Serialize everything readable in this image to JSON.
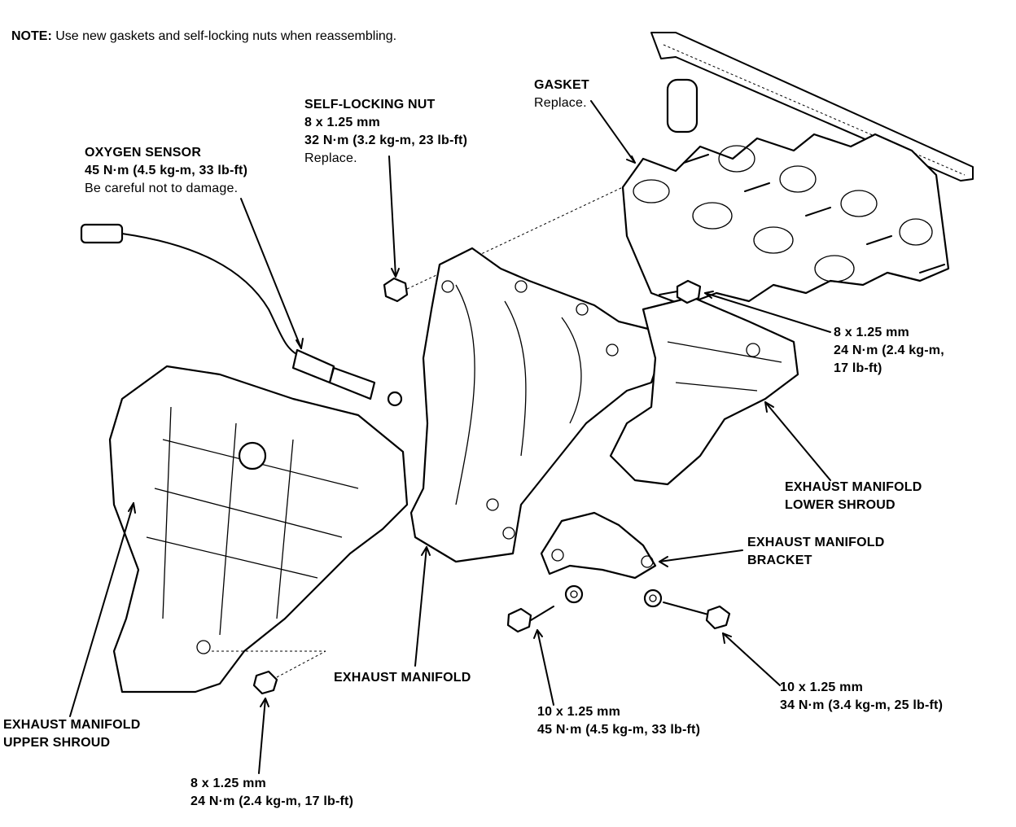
{
  "note": {
    "prefix": "NOTE:",
    "text": "Use new gaskets and self-locking nuts when reassembling."
  },
  "labels": {
    "gasket": {
      "title": "GASKET",
      "lines": [
        "Replace."
      ]
    },
    "self_locking_nut": {
      "title": "SELF-LOCKING NUT",
      "lines": [
        "8 x 1.25 mm",
        "32 N·m (3.2 kg-m, 23 lb-ft)",
        "Replace."
      ]
    },
    "oxygen_sensor": {
      "title": "OXYGEN SENSOR",
      "lines": [
        "45 N·m (4.5 kg-m, 33 lb-ft)",
        "Be careful not to damage."
      ]
    },
    "bolt_right_upper": {
      "lines": [
        "8 x 1.25 mm",
        "24 N·m (2.4 kg-m,",
        "17 lb-ft)"
      ]
    },
    "lower_shroud": {
      "lines": [
        "EXHAUST MANIFOLD",
        "LOWER SHROUD"
      ]
    },
    "bracket": {
      "lines": [
        "EXHAUST MANIFOLD",
        "BRACKET"
      ]
    },
    "exhaust_manifold": {
      "lines": [
        "EXHAUST MANIFOLD"
      ]
    },
    "bolt_bracket_left": {
      "lines": [
        "10 x 1.25 mm",
        "45 N·m (4.5 kg-m, 33 lb-ft)"
      ]
    },
    "bolt_bracket_right": {
      "lines": [
        "10 x 1.25 mm",
        "34 N·m (3.4 kg-m, 25 lb-ft)"
      ]
    },
    "upper_shroud": {
      "lines": [
        "EXHAUST MANIFOLD",
        "UPPER SHROUD"
      ]
    },
    "bolt_upper_shroud": {
      "lines": [
        "8 x 1.25 mm",
        "24 N·m (2.4 kg-m, 17 lb-ft)"
      ]
    }
  }
}
